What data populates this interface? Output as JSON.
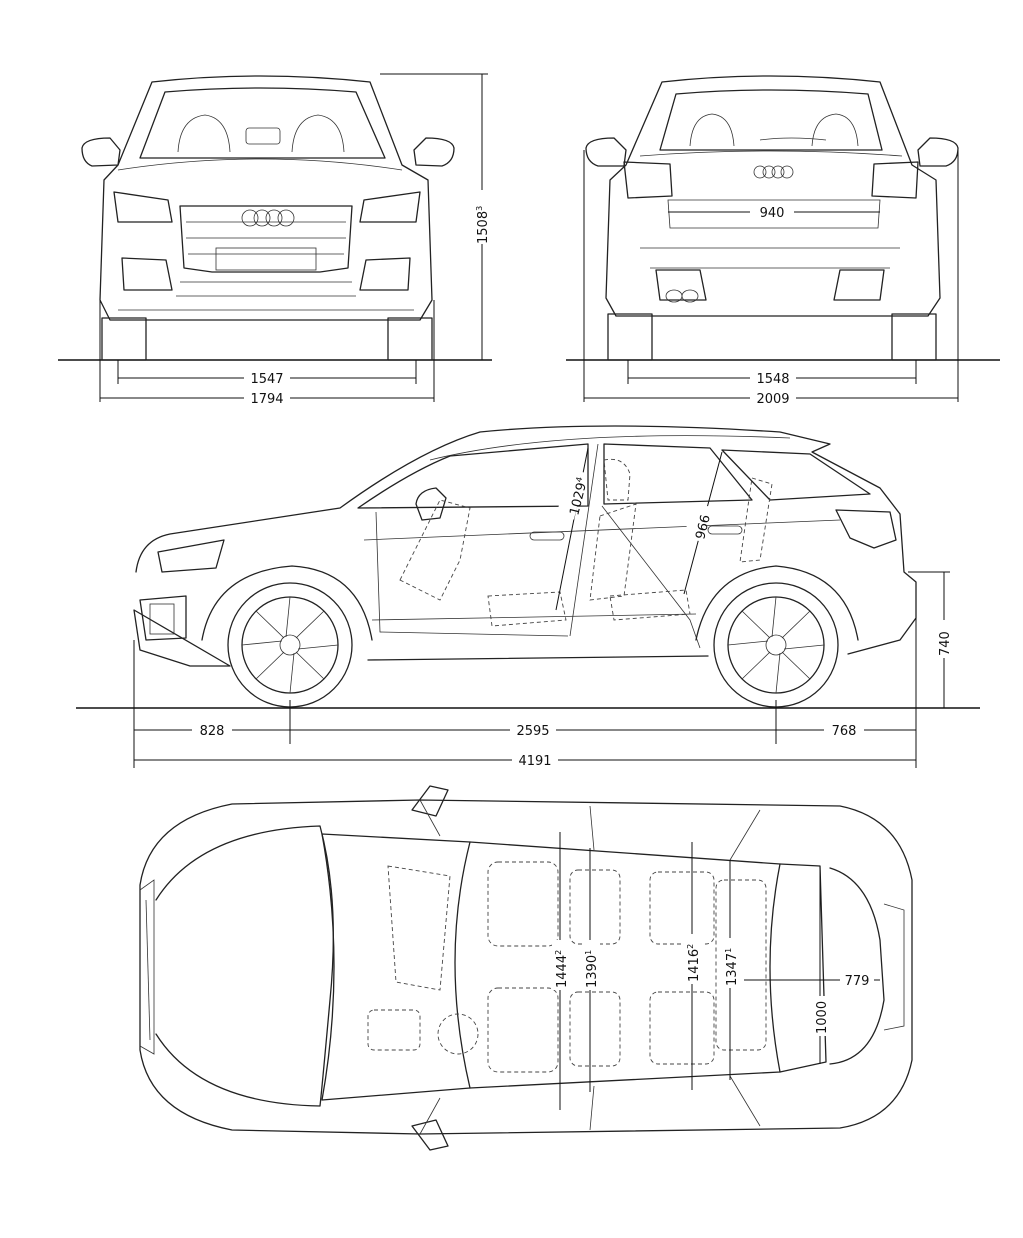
{
  "dimensions": {
    "front_track": "1547",
    "body_width": "1794",
    "height": "1508",
    "height_sup": "3",
    "rear_track": "1548",
    "width_mirrors": "2009",
    "tailgate_width": "940",
    "front_overhang": "828",
    "wheelbase": "2595",
    "rear_overhang": "768",
    "overall_length": "4191",
    "load_sill_height": "740",
    "front_headroom": "1029",
    "front_headroom_sup": "4",
    "rear_headroom": "966",
    "front_shoulder": "1444",
    "front_shoulder_sup": "2",
    "front_elbow": "1390",
    "front_elbow_sup": "1",
    "rear_shoulder": "1416",
    "rear_shoulder_sup": "2",
    "rear_elbow": "1347",
    "rear_elbow_sup": "1",
    "load_floor_length": "779",
    "load_floor_width": "1000"
  },
  "colors": {
    "line": "#222222",
    "background": "#ffffff"
  },
  "icons": {
    "brand_rings": "four-rings-logo-icon"
  }
}
